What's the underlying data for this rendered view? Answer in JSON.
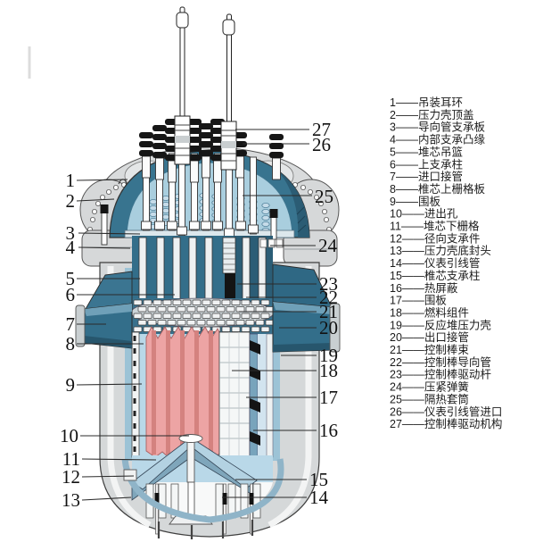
{
  "legend": {
    "sep": "——",
    "items": [
      {
        "num": "1",
        "name": "吊装耳环"
      },
      {
        "num": "2",
        "name": "压力壳顶盖"
      },
      {
        "num": "3",
        "name": "导向管支承板"
      },
      {
        "num": "4",
        "name": "内部支承凸缘"
      },
      {
        "num": "5",
        "name": "堆芯吊篮"
      },
      {
        "num": "6",
        "name": "上支承柱"
      },
      {
        "num": "7",
        "name": "进口接管"
      },
      {
        "num": "8",
        "name": "椎芯上栅格板"
      },
      {
        "num": "9",
        "name": "围板"
      },
      {
        "num": "10",
        "name": "进出孔"
      },
      {
        "num": "11",
        "name": "堆芯下栅格"
      },
      {
        "num": "12",
        "name": "径向支承件"
      },
      {
        "num": "13",
        "name": "压力壳底封头"
      },
      {
        "num": "14",
        "name": "仪表引线管"
      },
      {
        "num": "15",
        "name": "椎芯支承柱"
      },
      {
        "num": "16",
        "name": "热屏蔽"
      },
      {
        "num": "17",
        "name": "围板"
      },
      {
        "num": "18",
        "name": "燃料组件"
      },
      {
        "num": "19",
        "name": "反应堆压力壳"
      },
      {
        "num": "20",
        "name": "出口接管"
      },
      {
        "num": "21",
        "name": "控制棒束"
      },
      {
        "num": "22",
        "name": "控制棒导向管"
      },
      {
        "num": "23",
        "name": "控制棒驱动杆"
      },
      {
        "num": "24",
        "name": "压紧弹簧"
      },
      {
        "num": "25",
        "name": "隔热套筒"
      },
      {
        "num": "26",
        "name": "仪表引线管进口"
      },
      {
        "num": "27",
        "name": "控制棒驱动机构"
      }
    ]
  },
  "colors": {
    "head_teal": "#38748f",
    "teal_dark": "#2b5c74",
    "plenum_blue": "#a9cede",
    "interior_blue": "#b9d8e8",
    "vessel_gray": "#d5d8d9",
    "fuel_pink": "#eda4a4",
    "fuel_pink_dark": "#d4827f",
    "crdm_black": "#161616",
    "leader_line": "#2b2b2b",
    "background": "#ffffff"
  }
}
